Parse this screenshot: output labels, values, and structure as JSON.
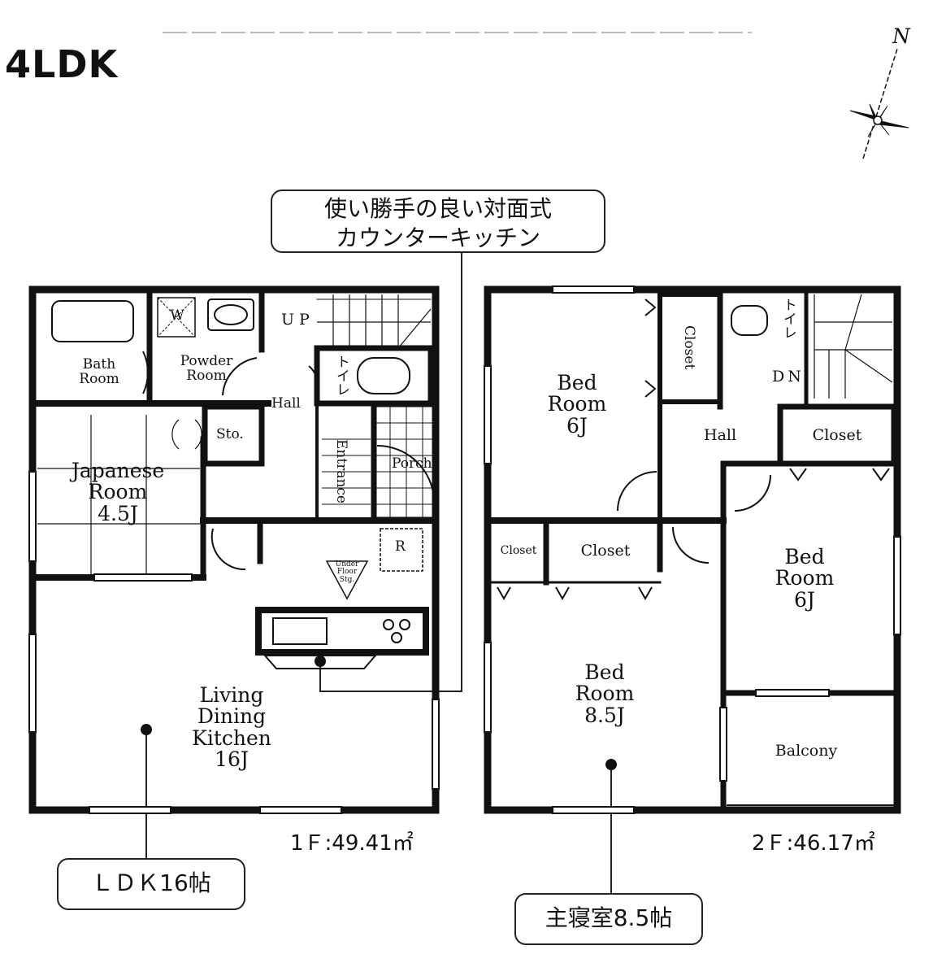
{
  "title": "4LDK",
  "callouts": {
    "kitchen_line1": "使い勝手の良い対面式",
    "kitchen_line2": "カウンターキッチン",
    "ldk": "ＬＤＫ16帖",
    "master": "主寝室8.5帖"
  },
  "areas": {
    "floor1": "1Ｆ:49.41㎡",
    "floor2": "2Ｆ:46.17㎡"
  },
  "compass": {
    "label": "N"
  },
  "floor1": {
    "bath_room": "Bath\nRoom",
    "powder_room": "Powder\nRoom",
    "washer_mark": "W",
    "up": "UP",
    "toilet": "トイレ",
    "hall": "Hall",
    "storage": "Sto.",
    "japanese_room": "Japanese\nRoom\n4.5J",
    "entrance": "Entrance",
    "porch": "Porch",
    "fridge_mark": "R",
    "underfloor": "Under\nFloor\nStg.",
    "ldk": "Living\nDining\nKitchen\n16J"
  },
  "floor2": {
    "bedroom_nw": "Bed\nRoom\n6J",
    "closet_top": "Closet",
    "toilet": "トイレ",
    "dn": "DN",
    "hall": "Hall",
    "closet_right": "Closet",
    "closet_small": "Closet",
    "closet_mid": "Closet",
    "bedroom_e": "Bed\nRoom\n6J",
    "bedroom_master": "Bed\nRoom\n8.5J",
    "balcony": "Balcony"
  }
}
